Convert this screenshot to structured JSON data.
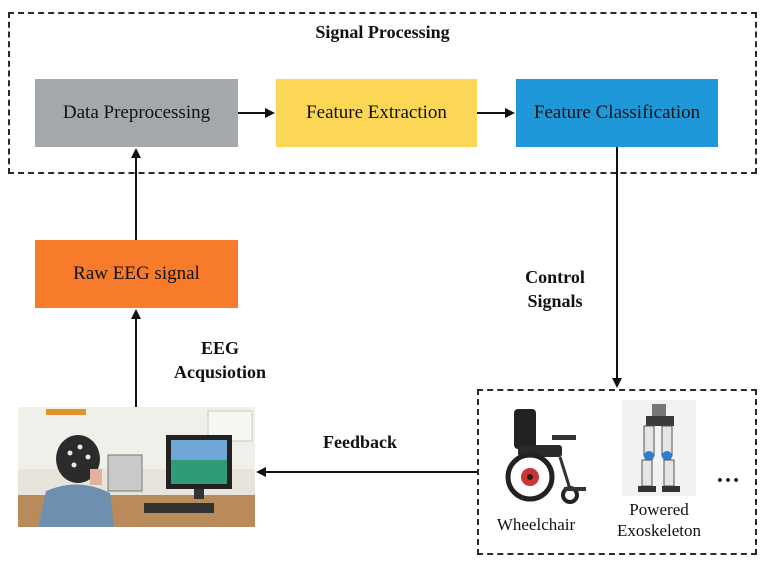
{
  "signal_processing": {
    "title": "Signal Processing",
    "steps": [
      {
        "label": "Data Preprocessing",
        "color": "#a5a8ab"
      },
      {
        "label": "Feature Extraction",
        "color": "#fbd755"
      },
      {
        "label": "Feature Classification",
        "color": "#1f98d9"
      }
    ]
  },
  "raw_signal": {
    "label": "Raw EEG signal",
    "color": "#f77b2a"
  },
  "edges": {
    "acquisition": [
      "EEG",
      "Acqusiotion"
    ],
    "control": [
      "Control",
      "Signals"
    ],
    "feedback": "Feedback"
  },
  "devices": {
    "wheelchair": "Wheelchair",
    "exoskeleton": [
      "Powered",
      "Exoskeleton"
    ],
    "more": "…"
  }
}
